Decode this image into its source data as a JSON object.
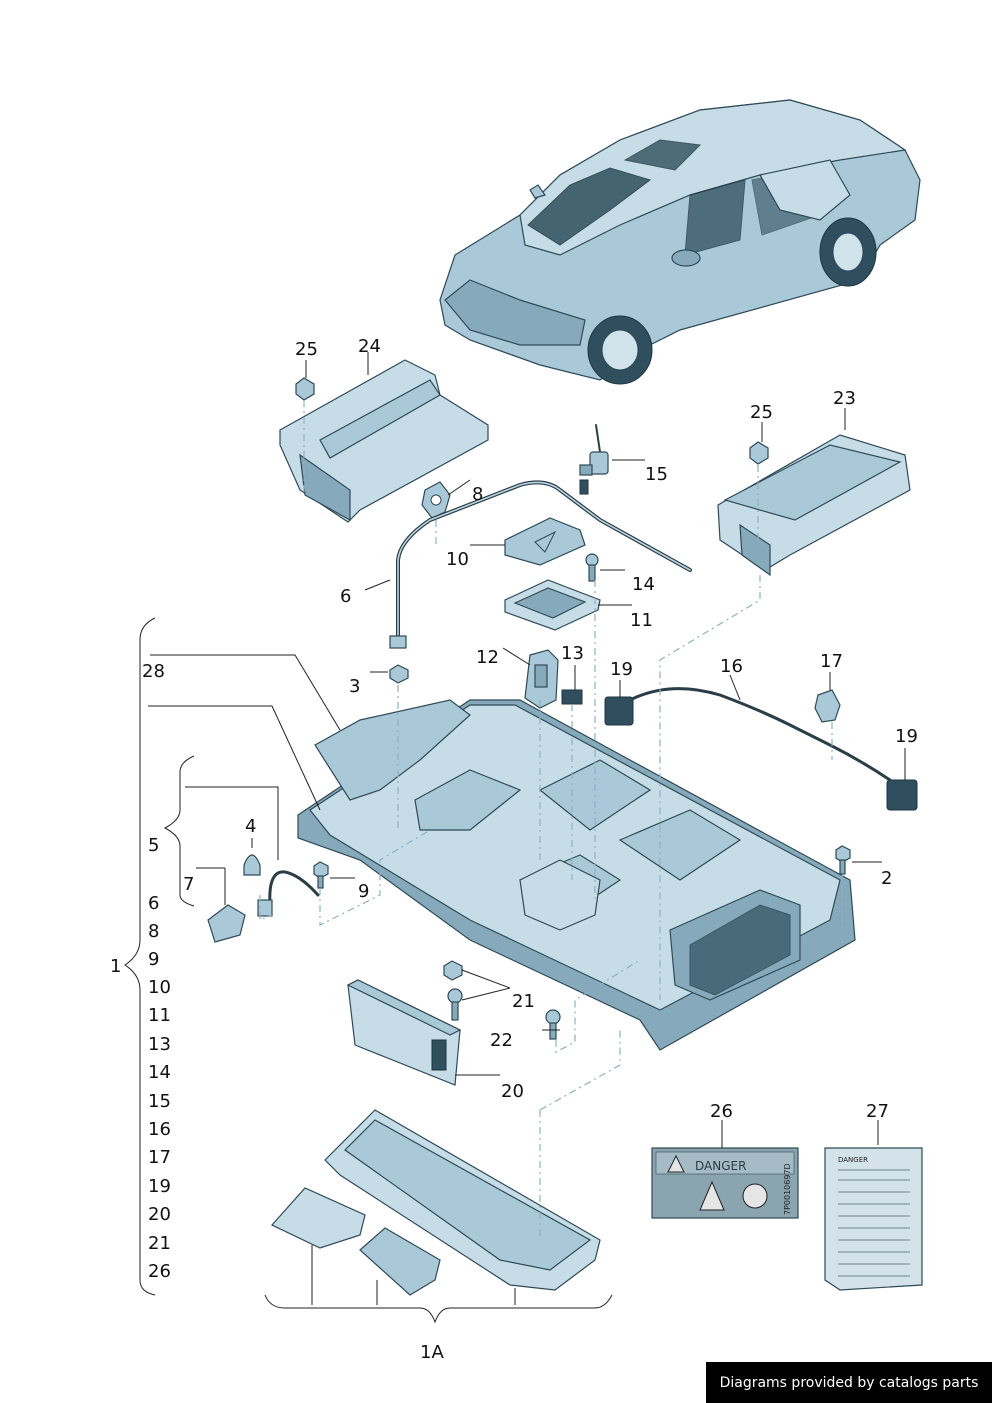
{
  "callouts": {
    "c1": "1",
    "c1a": "1A",
    "c2": "2",
    "c3": "3",
    "c4": "4",
    "c5": "5",
    "c6": "6",
    "c7": "7",
    "c8": "8",
    "c9": "9",
    "c10": "10",
    "c11": "11",
    "c12": "12",
    "c13": "13",
    "c14": "14",
    "c15": "15",
    "c16": "16",
    "c17": "17",
    "c19a": "19",
    "c19b": "19",
    "c20": "20",
    "c21": "21",
    "c22": "22",
    "c23": "23",
    "c24": "24",
    "c25a": "25",
    "c25b": "25",
    "c26": "26",
    "c27": "27",
    "c28": "28"
  },
  "group_1_list": [
    "6",
    "8",
    "9",
    "10",
    "11",
    "13",
    "14",
    "15",
    "16",
    "17",
    "19",
    "20",
    "21",
    "26"
  ],
  "group_5_list": [
    "5",
    "7"
  ],
  "label_26": {
    "heading": "DANGER",
    "part_no": "7P0010697D"
  },
  "label_27": {
    "heading": "DANGER"
  },
  "credit": "Diagrams provided by catalogs parts",
  "icons": [
    "car-illustration",
    "warning-triangle-icon",
    "electric-shock-icon",
    "battery-recycle-icon"
  ],
  "colors": {
    "part_light": "#c6dde8",
    "part_mid": "#a9c9d8",
    "part_dark": "#86aabb",
    "outline": "#2f4a57",
    "credit_bg": "#000000"
  }
}
